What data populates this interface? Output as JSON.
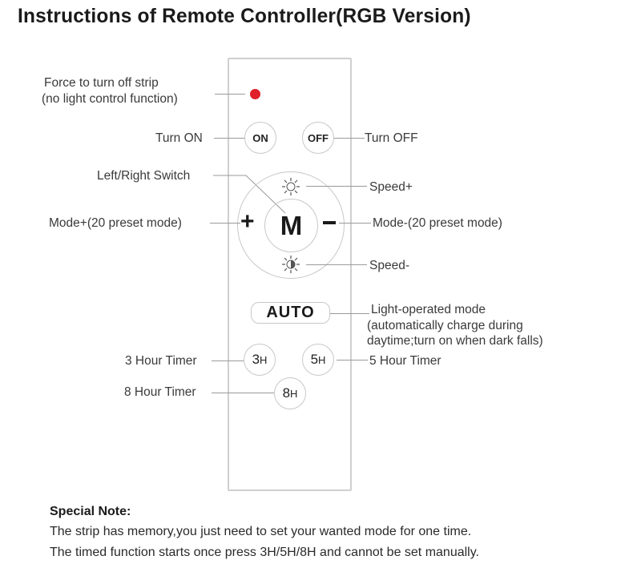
{
  "title": "Instructions of Remote Controller(RGB Version)",
  "labels": {
    "force_off_line1": "Force to turn off strip",
    "force_off_line2": "(no light control function)",
    "turn_on": "Turn ON",
    "turn_off": "Turn OFF",
    "left_right_switch": "Left/Right Switch",
    "speed_plus": "Speed+",
    "mode_plus": "Mode+(20 preset mode)",
    "mode_minus": "Mode-(20 preset mode)",
    "speed_minus": "Speed-",
    "auto_line1": "Light-operated mode",
    "auto_line2": "(automatically charge during",
    "auto_line3": "daytime;turn on when dark falls)",
    "timer_3h": "3 Hour Timer",
    "timer_5h": "5 Hour Timer",
    "timer_8h": "8 Hour Timer"
  },
  "remote": {
    "on_button": "ON",
    "off_button": "OFF",
    "mode_button": "M",
    "plus_symbol": "+",
    "auto_button": "AUTO",
    "timer_3h_button": {
      "num": "3",
      "unit": "H"
    },
    "timer_5h_button": {
      "num": "5",
      "unit": "H"
    },
    "timer_8h_button": {
      "num": "8",
      "unit": "H"
    },
    "indicator_color": "#e0202a"
  },
  "note": {
    "title": "Special Note:",
    "line1": "The strip has memory,you just need to set your wanted mode for one time.",
    "line2": "The timed function starts once press 3H/5H/8H and cannot be set manually."
  }
}
